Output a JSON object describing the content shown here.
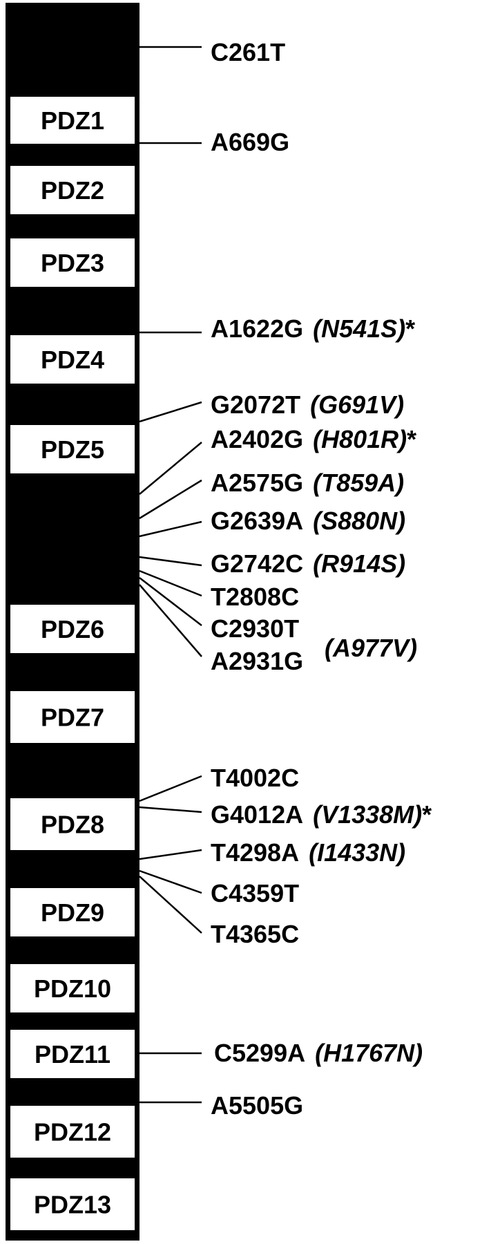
{
  "domains": [
    "PDZ1",
    "PDZ2",
    "PDZ3",
    "PDZ4",
    "PDZ5",
    "PDZ6",
    "PDZ7",
    "PDZ8",
    "PDZ9",
    "PDZ10",
    "PDZ11",
    "PDZ12",
    "PDZ13"
  ],
  "mutations": [
    {
      "id": "C261T",
      "change": "",
      "star": ""
    },
    {
      "id": "A669G",
      "change": "",
      "star": ""
    },
    {
      "id": "A1622G",
      "change": "(N541S)",
      "star": "*"
    },
    {
      "id": "G2072T",
      "change": "(G691V)",
      "star": ""
    },
    {
      "id": "A2402G",
      "change": "(H801R)",
      "star": "*"
    },
    {
      "id": "A2575G",
      "change": "(T859A)",
      "star": ""
    },
    {
      "id": "G2639A",
      "change": "(S880N)",
      "star": ""
    },
    {
      "id": "G2742C",
      "change": "(R914S)",
      "star": ""
    },
    {
      "id": "T2808C",
      "change": "",
      "star": ""
    },
    {
      "id": "C2930T",
      "change": "",
      "star": ""
    },
    {
      "id": "A2931G",
      "change": "",
      "star": ""
    },
    {
      "id": "T4002C",
      "change": "",
      "star": ""
    },
    {
      "id": "G4012A",
      "change": "(V1338M)",
      "star": "*"
    },
    {
      "id": "T4298A",
      "change": "(I1433N)",
      "star": ""
    },
    {
      "id": "C4359T",
      "change": "",
      "star": ""
    },
    {
      "id": "T4365C",
      "change": "",
      "star": ""
    },
    {
      "id": "C5299A",
      "change": "(H1767N)",
      "star": ""
    },
    {
      "id": "A5505G",
      "change": "",
      "star": ""
    }
  ],
  "shared_change": "(A977V)"
}
